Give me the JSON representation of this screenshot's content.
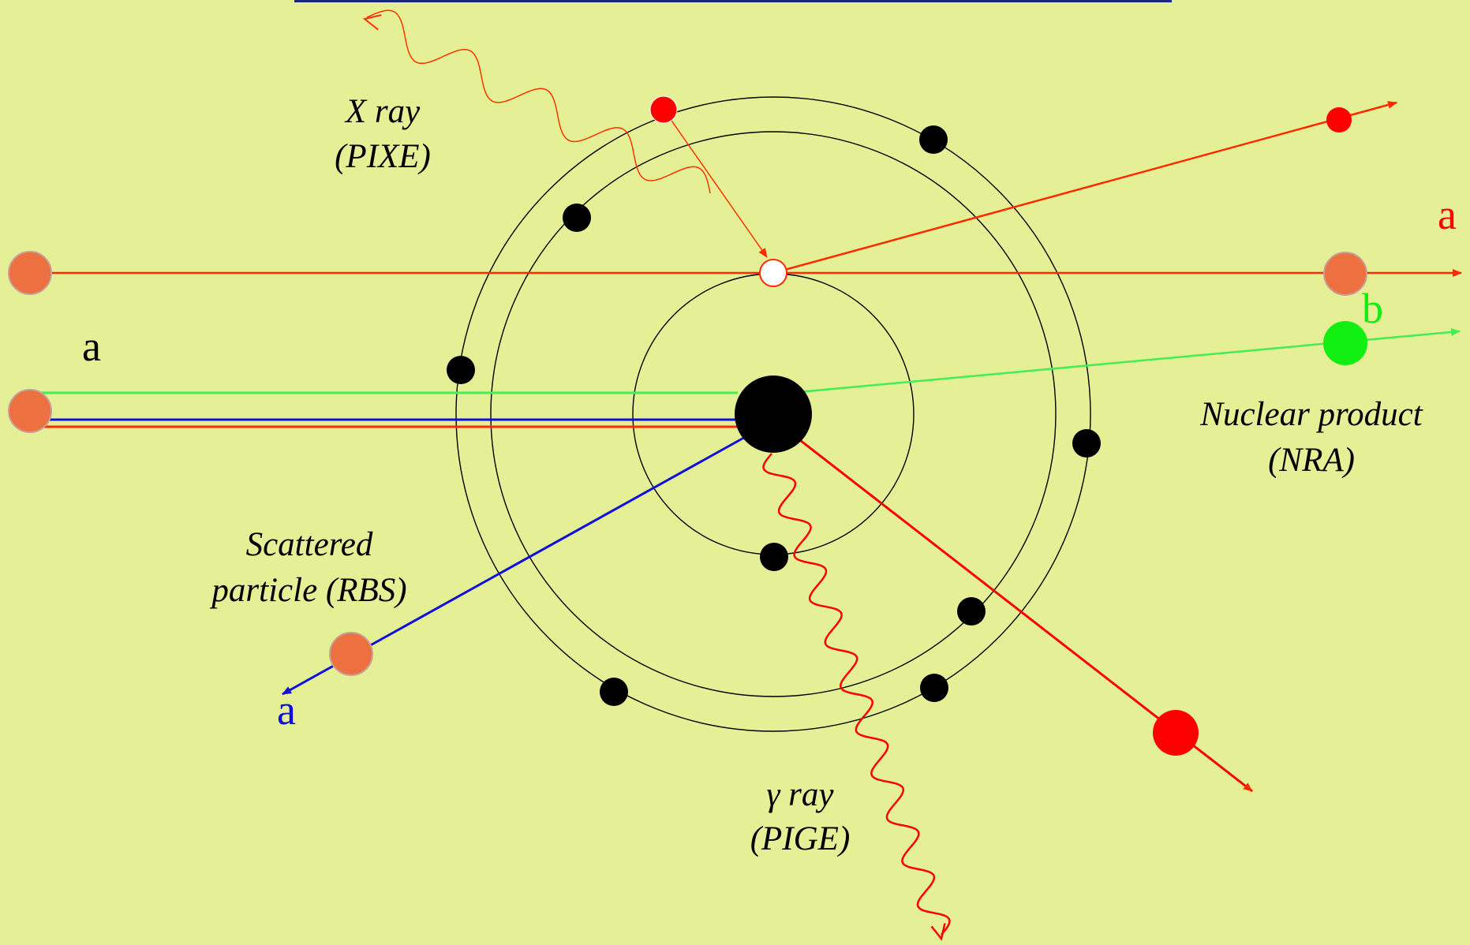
{
  "colors": {
    "background": "#e5ef95",
    "nucleus": "#000000",
    "electron": "#000000",
    "projectile": "#ec7040",
    "orbit": "#000000",
    "incident_beam": "#ff2a00",
    "nra_path": "#44ee55",
    "nra_product": "#11ee11",
    "rbs_path": "#1010dd",
    "pixe_ray": "#ff3300",
    "pige_ray": "#ff0000",
    "ejected_particle": "#ff0000",
    "title_underline": "#1a2a7a"
  },
  "labels": {
    "xray_line1": "X ray",
    "xray_line2": "(PIXE)",
    "a_incident": "a",
    "a_transmitted": "a",
    "b_product": "b",
    "nra_line1": "Nuclear product",
    "nra_line2": "(NRA)",
    "rbs_line1": "Scattered",
    "rbs_line2": "particle (RBS)",
    "a_scattered": "a",
    "gamma_line1": "γ ray",
    "gamma_line2": "(PIGE)"
  },
  "icons": {
    "nucleus": "nucleus-icon",
    "electron": "electron-icon",
    "vacancy": "vacancy-icon",
    "projectile": "projectile-icon"
  }
}
